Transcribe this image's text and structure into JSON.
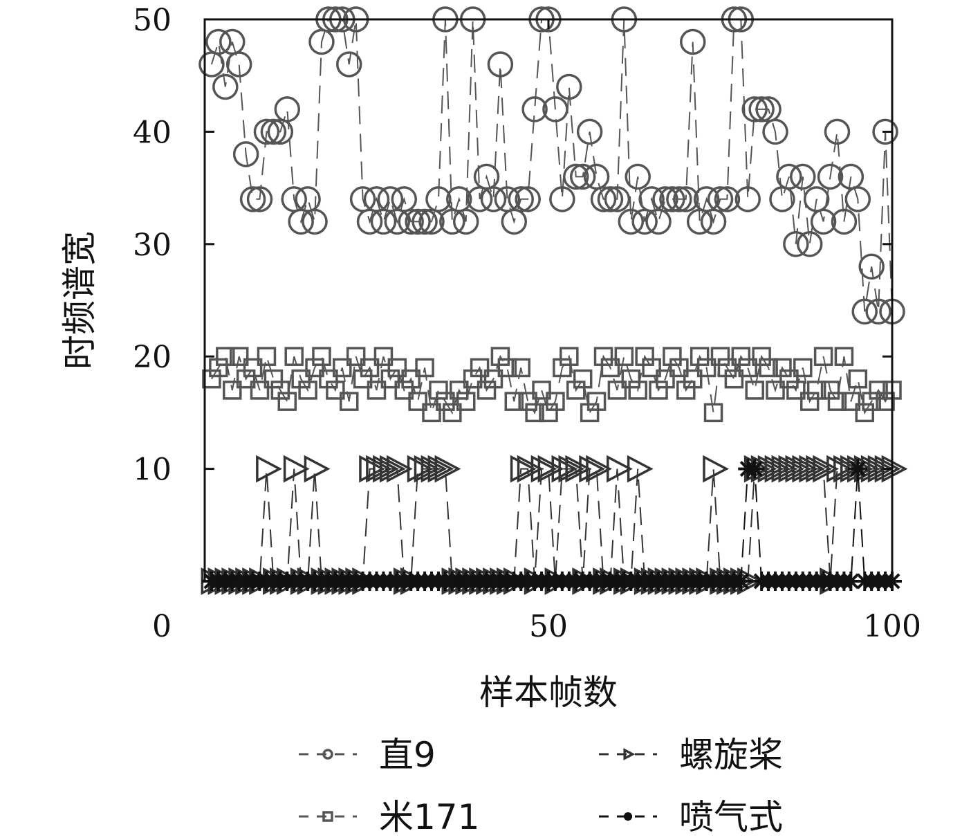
{
  "chart_data": {
    "type": "line",
    "title": "",
    "xlabel": "样本帧数",
    "ylabel": "时频谱宽",
    "xlim": [
      0,
      100
    ],
    "ylim": [
      0,
      50
    ],
    "xticks": [
      "0",
      "50",
      "100"
    ],
    "yticks": [
      "10",
      "20",
      "30",
      "40",
      "50"
    ],
    "grid": false,
    "legend_position": "bottom",
    "series": [
      {
        "name": "直9",
        "marker": "circle",
        "color": "#555555",
        "x": [
          1,
          2,
          3,
          4,
          5,
          6,
          7,
          8,
          9,
          10,
          11,
          12,
          13,
          14,
          15,
          16,
          17,
          18,
          19,
          20,
          21,
          22,
          23,
          24,
          25,
          26,
          27,
          28,
          29,
          30,
          31,
          32,
          33,
          34,
          35,
          36,
          37,
          38,
          39,
          40,
          41,
          42,
          43,
          44,
          45,
          46,
          47,
          48,
          49,
          50,
          51,
          52,
          53,
          54,
          55,
          56,
          57,
          58,
          59,
          60,
          61,
          62,
          63,
          64,
          65,
          66,
          67,
          68,
          69,
          70,
          71,
          72,
          73,
          74,
          75,
          76,
          77,
          78,
          79,
          80,
          81,
          82,
          83,
          84,
          85,
          86,
          87,
          88,
          89,
          90,
          91,
          92,
          93,
          94,
          95,
          96,
          97,
          98,
          99,
          100
        ],
        "values": [
          46,
          48,
          44,
          48,
          46,
          38,
          34,
          34,
          40,
          40,
          40,
          42,
          34,
          32,
          34,
          32,
          48,
          50,
          50,
          50,
          46,
          50,
          34,
          32,
          34,
          32,
          34,
          32,
          34,
          32,
          32,
          32,
          32,
          34,
          50,
          32,
          34,
          32,
          50,
          34,
          36,
          34,
          46,
          34,
          32,
          34,
          34,
          42,
          50,
          50,
          42,
          34,
          44,
          36,
          36,
          40,
          36,
          34,
          34,
          34,
          50,
          32,
          36,
          32,
          34,
          32,
          34,
          34,
          34,
          34,
          48,
          32,
          34,
          32,
          34,
          34,
          50,
          50,
          34,
          42,
          42,
          42,
          40,
          34,
          36,
          30,
          36,
          30,
          34,
          32,
          36,
          40,
          32,
          36,
          34,
          24,
          28,
          24,
          40,
          24
        ]
      },
      {
        "name": "米171",
        "marker": "square",
        "color": "#555555",
        "x": [
          1,
          2,
          3,
          4,
          5,
          6,
          7,
          8,
          9,
          10,
          11,
          12,
          13,
          14,
          15,
          16,
          17,
          18,
          19,
          20,
          21,
          22,
          23,
          24,
          25,
          26,
          27,
          28,
          29,
          30,
          31,
          32,
          33,
          34,
          35,
          36,
          37,
          38,
          39,
          40,
          41,
          42,
          43,
          44,
          45,
          46,
          47,
          48,
          49,
          50,
          51,
          52,
          53,
          54,
          55,
          56,
          57,
          58,
          59,
          60,
          61,
          62,
          63,
          64,
          65,
          66,
          67,
          68,
          69,
          70,
          71,
          72,
          73,
          74,
          75,
          76,
          77,
          78,
          79,
          80,
          81,
          82,
          83,
          84,
          85,
          86,
          87,
          88,
          89,
          90,
          91,
          92,
          93,
          94,
          95,
          96,
          97,
          98,
          99,
          100
        ],
        "values": [
          18,
          19,
          20,
          17,
          20,
          18,
          19,
          17,
          20,
          18,
          17,
          16,
          20,
          18,
          17,
          19,
          20,
          18,
          17,
          19,
          16,
          20,
          18,
          19,
          17,
          20,
          18,
          19,
          17,
          18,
          16,
          19,
          15,
          17,
          16,
          15,
          17,
          16,
          18,
          19,
          17,
          18,
          20,
          19,
          16,
          19,
          16,
          15,
          17,
          15,
          16,
          19,
          20,
          17,
          18,
          15,
          16,
          20,
          19,
          17,
          20,
          18,
          17,
          20,
          19,
          17,
          18,
          20,
          19,
          17,
          18,
          20,
          19,
          15,
          20,
          19,
          18,
          20,
          19,
          17,
          20,
          19,
          17,
          19,
          18,
          17,
          19,
          16,
          17,
          20,
          17,
          16,
          20,
          16,
          18,
          15,
          16,
          17,
          16,
          17
        ]
      },
      {
        "name": "螺旋桨",
        "marker": "triangle-right",
        "color": "#333333",
        "x": [
          1,
          2,
          3,
          4,
          5,
          6,
          7,
          8,
          9,
          10,
          11,
          12,
          13,
          14,
          15,
          16,
          17,
          18,
          19,
          20,
          21,
          22,
          23,
          24,
          25,
          26,
          27,
          28,
          29,
          30,
          31,
          32,
          33,
          34,
          35,
          36,
          37,
          38,
          39,
          40,
          41,
          42,
          43,
          44,
          45,
          46,
          47,
          48,
          49,
          50,
          51,
          52,
          53,
          54,
          55,
          56,
          57,
          58,
          59,
          60,
          61,
          62,
          63,
          64,
          65,
          66,
          67,
          68,
          69,
          70,
          71,
          72,
          73,
          74,
          75,
          76,
          77,
          78,
          79,
          80,
          81,
          82,
          83,
          84,
          85,
          86,
          87,
          88,
          89,
          90,
          91,
          92,
          93,
          94,
          95,
          96,
          97,
          98,
          99,
          100
        ],
        "values": [
          0,
          0,
          0,
          0,
          0,
          0,
          0,
          0,
          10,
          0,
          0,
          0,
          10,
          0,
          0,
          10,
          0,
          0,
          0,
          0,
          0,
          0,
          0,
          10,
          10,
          10,
          10,
          10,
          0,
          0,
          10,
          10,
          10,
          10,
          10,
          0,
          0,
          0,
          0,
          0,
          0,
          0,
          0,
          0,
          0,
          10,
          10,
          0,
          10,
          10,
          0,
          10,
          10,
          10,
          0,
          10,
          10,
          0,
          0,
          10,
          0,
          0,
          10,
          0,
          0,
          0,
          0,
          0,
          0,
          0,
          0,
          0,
          0,
          10,
          0,
          0,
          0,
          0,
          0,
          10,
          10,
          10,
          10,
          10,
          10,
          10,
          10,
          10,
          10,
          10,
          0,
          10,
          10,
          10,
          10,
          10,
          10,
          10,
          10,
          10
        ]
      },
      {
        "name": "喷气式",
        "marker": "star",
        "color": "#111111",
        "x": [
          1,
          2,
          3,
          4,
          5,
          6,
          7,
          8,
          9,
          10,
          11,
          12,
          13,
          14,
          15,
          16,
          17,
          18,
          19,
          20,
          21,
          22,
          23,
          24,
          25,
          26,
          27,
          28,
          29,
          30,
          31,
          32,
          33,
          34,
          35,
          36,
          37,
          38,
          39,
          40,
          41,
          42,
          43,
          44,
          45,
          46,
          47,
          48,
          49,
          50,
          51,
          52,
          53,
          54,
          55,
          56,
          57,
          58,
          59,
          60,
          61,
          62,
          63,
          64,
          65,
          66,
          67,
          68,
          69,
          70,
          71,
          72,
          73,
          74,
          75,
          76,
          77,
          78,
          79,
          80,
          81,
          82,
          83,
          84,
          85,
          86,
          87,
          88,
          89,
          90,
          91,
          92,
          93,
          94,
          95,
          96,
          97,
          98,
          99,
          100
        ],
        "values": [
          0,
          0,
          0,
          0,
          0,
          0,
          0,
          0,
          0,
          0,
          0,
          0,
          0,
          0,
          0,
          0,
          0,
          0,
          0,
          0,
          0,
          0,
          0,
          0,
          0,
          0,
          0,
          0,
          0,
          0,
          0,
          0,
          0,
          0,
          0,
          0,
          0,
          0,
          0,
          0,
          0,
          0,
          0,
          0,
          0,
          0,
          0,
          0,
          0,
          0,
          0,
          0,
          0,
          0,
          0,
          0,
          0,
          0,
          0,
          0,
          0,
          0,
          0,
          0,
          0,
          0,
          0,
          0,
          0,
          0,
          0,
          0,
          0,
          0,
          0,
          0,
          0,
          0,
          10,
          10,
          0,
          0,
          0,
          0,
          0,
          0,
          0,
          0,
          0,
          0,
          0,
          0,
          0,
          0,
          10,
          0,
          0,
          0,
          0,
          0
        ]
      }
    ]
  }
}
